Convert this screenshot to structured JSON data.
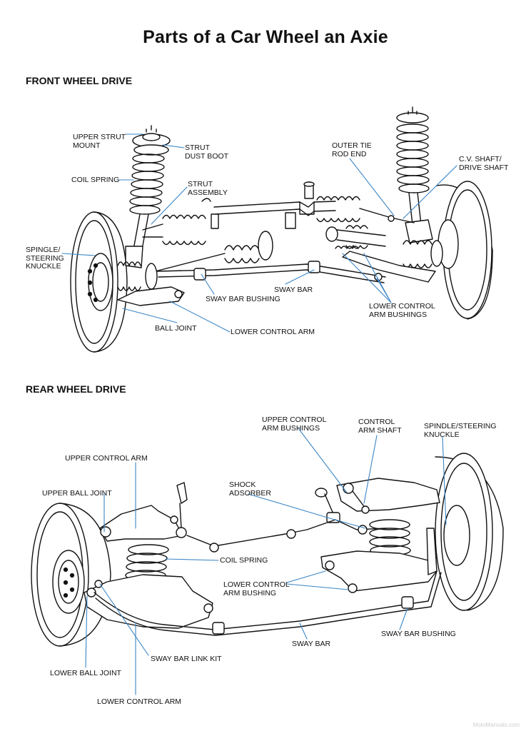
{
  "title": "Parts of a Car Wheel an Axie",
  "front": {
    "heading": "FRONT WHEEL DRIVE",
    "labels": {
      "upper_strut_mount": "UPPER STRUT\nMOUNT",
      "strut_dust_boot": "STRUT\nDUST BOOT",
      "coil_spring": "COIL SPRING",
      "strut_assembly": "STRUT\nASSEMBLY",
      "spindle_knuckle": "SPINGLE/\nSTEERING\nKNUCKLE",
      "outer_tie_rod_end": "OUTER TIE\nROD END",
      "cv_shaft": "C.V. SHAFT/\nDRIVE SHAFT",
      "sway_bar": "SWAY BAR",
      "sway_bar_bushing": "SWAY BAR BUSHING",
      "lower_control_arm_bushings": "LOWER CONTROL\nARM BUSHINGS",
      "ball_joint": "BALL JOINT",
      "lower_control_arm": "LOWER CONTROL ARM"
    }
  },
  "rear": {
    "heading": "REAR WHEEL DRIVE",
    "labels": {
      "upper_control_arm_bushings": "UPPER CONTROL\nARM BUSHINGS",
      "control_arm_shaft": "CONTROL\nARM SHAFT",
      "spindle_knuckle": "SPINDLE/STEERING\nKNUCKLE",
      "upper_control_arm": "UPPER CONTROL ARM",
      "upper_ball_joint": "UPPER BALL JOINT",
      "shock_absorber": "SHOCK\nADSORBER",
      "coil_spring": "COIL SPRING",
      "lower_control_arm_bushing": "LOWER CONTROL\nARM BUSHING",
      "sway_bar_bushing": "SWAY BAR BUSHING",
      "sway_bar": "SWAY BAR",
      "sway_bar_link_kit": "SWAY BAR LINK KIT",
      "lower_ball_joint": "LOWER BALL JOINT",
      "lower_control_arm": "LOWER CONTROL ARM"
    }
  },
  "watermark": "MotoManuals.com",
  "colors": {
    "leader": "#3b86c6",
    "ink": "#111111"
  }
}
